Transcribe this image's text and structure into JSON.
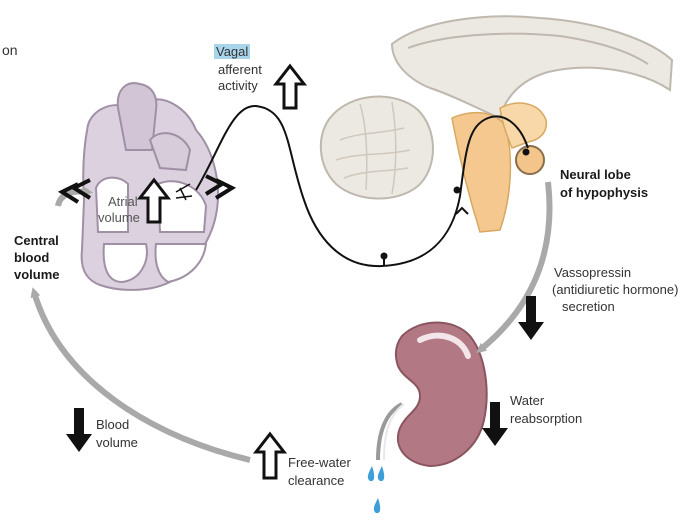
{
  "labels": {
    "corner_fragment": "on",
    "vagal": "Vagal",
    "afferent_activity": [
      "afferent",
      "activity"
    ],
    "atrial_volume": [
      "Atrial",
      "volume"
    ],
    "central_blood_volume": [
      "Central",
      "blood",
      "volume"
    ],
    "neural_lobe": [
      "Neural lobe",
      "of hypophysis"
    ],
    "vasopressin": [
      "Vassopressin",
      "(antidiuretic hormone)",
      "secretion"
    ],
    "water_reabsorption": [
      "Water",
      "reabsorption"
    ],
    "blood_volume": [
      "Blood",
      "volume"
    ],
    "free_water_clearance": [
      "Free-water",
      "clearance"
    ]
  },
  "colors": {
    "heart_fill": "#dcd2df",
    "heart_outline": "#a090a5",
    "brain_fill": "#ece8e2",
    "brain_outline": "#bfb8ae",
    "hypophysis_fill": "#f5c890",
    "kidney_fill": "#b27883",
    "kidney_outline": "#8a5560",
    "cycle_arrow": "#a9a9a9",
    "nerve": "#111111",
    "vagal_highlight": "#a8d4ec",
    "water_drop": "#3d9fd8"
  },
  "indicators": {
    "vagal_afferent_activity": "increase",
    "atrial_volume": "increase",
    "vasopressin_secretion": "decrease",
    "water_reabsorption": "decrease",
    "blood_volume": "decrease",
    "free_water_clearance": "increase"
  }
}
